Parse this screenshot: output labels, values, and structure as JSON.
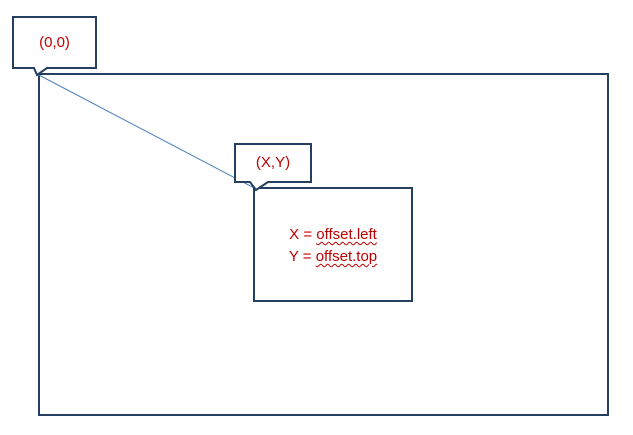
{
  "colors": {
    "frame_stroke": "#243f60",
    "connector_line": "#4a7ebb",
    "label_text": "#c00000",
    "squiggle": "#c00000",
    "background": "#ffffff"
  },
  "callouts": {
    "origin_label": "(0,0)",
    "point_label": "(X,Y)"
  },
  "inner_box": {
    "line1_prefix": "X = ",
    "line1_value": "offset.left",
    "line2_prefix": "Y = ",
    "line2_value": "offset.top"
  }
}
